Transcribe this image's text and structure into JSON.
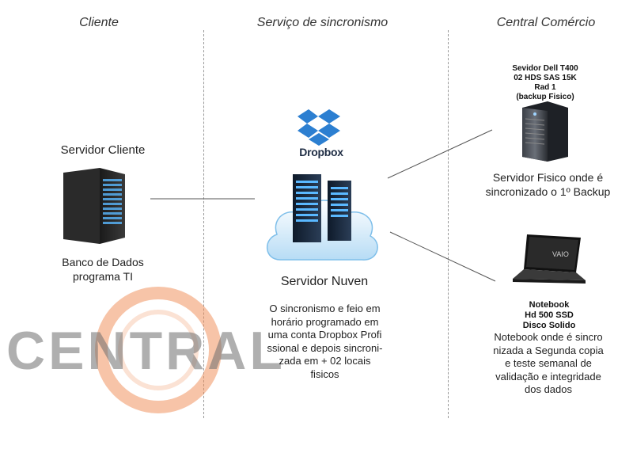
{
  "columns": {
    "left": "Cliente",
    "middle": "Serviço de sincronismo",
    "right": "Central Comércio"
  },
  "client": {
    "title": "Servidor Cliente",
    "caption": "Banco de Dados\nprograma TI"
  },
  "dropbox": {
    "logo_text": "Dropbox"
  },
  "cloud": {
    "title": "Servidor Nuven",
    "description": "O sincronismo e feio em\nhorário programado em\numa conta Dropbox Profi\nssional e depois sincroni-\nzada em + 02 locais\nfisicos"
  },
  "physical_server": {
    "specs": "Sevidor Dell T400\n02 HDS SAS 15K\nRad 1\n(backup Fisico)",
    "caption": "Servidor Fisico onde é\nsincronizado o 1º Backup"
  },
  "notebook": {
    "specs": "Notebook\nHd 500 SSD\nDisco Solido",
    "caption": "Notebook onde é sincro\nnizada a Segunda copia\ne teste semanal de\nvalidação e integridade\ndos dados",
    "brand": "VAIO"
  },
  "watermark": {
    "text": "CENTRAL"
  },
  "colors": {
    "dropbox_blue": "#2c7fd1",
    "server_blue": "#5ab8ff",
    "watermark_orange": "#f08a52",
    "watermark_gray": "#707070",
    "line": "#555555"
  }
}
